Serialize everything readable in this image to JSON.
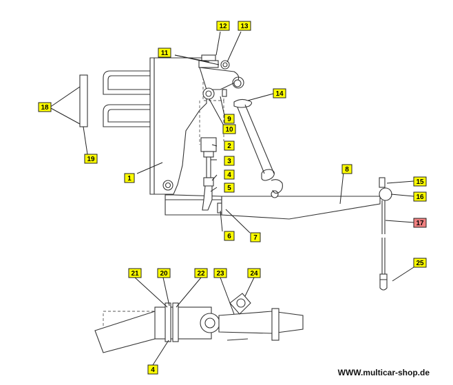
{
  "diagram": {
    "callout_fill": "#ffff00",
    "highlight_fill": "#f08080",
    "line_color": "#333333",
    "callouts": [
      {
        "id": "1",
        "label": "1",
        "highlight": false
      },
      {
        "id": "2",
        "label": "2",
        "highlight": false
      },
      {
        "id": "3",
        "label": "3",
        "highlight": false
      },
      {
        "id": "4",
        "label": "4",
        "highlight": false
      },
      {
        "id": "4b",
        "label": "4",
        "highlight": false
      },
      {
        "id": "5",
        "label": "5",
        "highlight": false
      },
      {
        "id": "6",
        "label": "6",
        "highlight": false
      },
      {
        "id": "7",
        "label": "7",
        "highlight": false
      },
      {
        "id": "8",
        "label": "8",
        "highlight": false
      },
      {
        "id": "9",
        "label": "9",
        "highlight": false
      },
      {
        "id": "10",
        "label": "10",
        "highlight": false
      },
      {
        "id": "11",
        "label": "11",
        "highlight": false
      },
      {
        "id": "12",
        "label": "12",
        "highlight": false
      },
      {
        "id": "13",
        "label": "13",
        "highlight": false
      },
      {
        "id": "14",
        "label": "14",
        "highlight": false
      },
      {
        "id": "15",
        "label": "15",
        "highlight": false
      },
      {
        "id": "16",
        "label": "16",
        "highlight": false
      },
      {
        "id": "17",
        "label": "17",
        "highlight": true
      },
      {
        "id": "18",
        "label": "18",
        "highlight": false
      },
      {
        "id": "19",
        "label": "19",
        "highlight": false
      },
      {
        "id": "20",
        "label": "20",
        "highlight": false
      },
      {
        "id": "21",
        "label": "21",
        "highlight": false
      },
      {
        "id": "22",
        "label": "22",
        "highlight": false
      },
      {
        "id": "23",
        "label": "23",
        "highlight": false
      },
      {
        "id": "24",
        "label": "24",
        "highlight": false
      },
      {
        "id": "25",
        "label": "25",
        "highlight": false
      }
    ]
  },
  "footer": {
    "website": "WWW.multicar-shop.de"
  }
}
